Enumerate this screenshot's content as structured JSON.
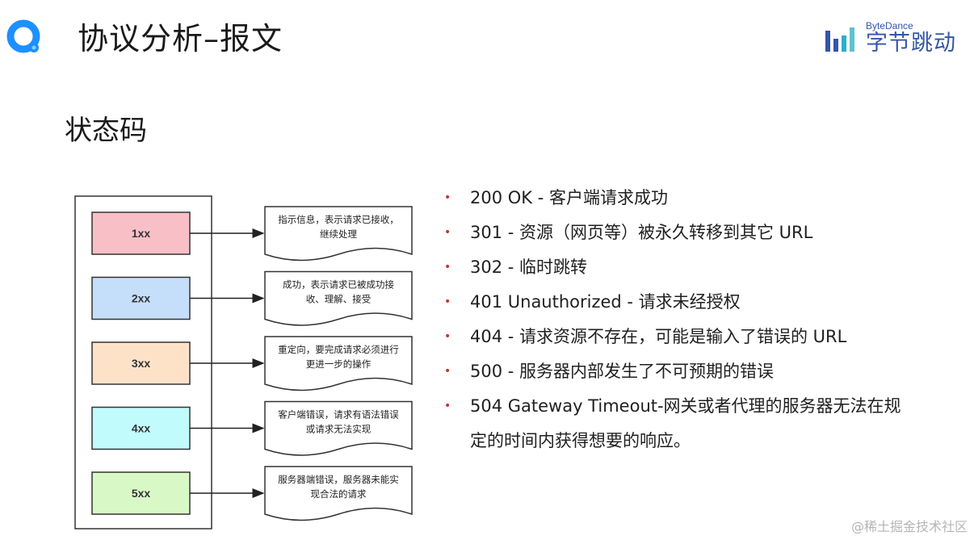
{
  "header": {
    "title": "协议分析–报文",
    "brand_en": "ByteDance",
    "brand_cn": "字节跳动",
    "logo_color": "#1e90ff",
    "brand_color": "#3256a8"
  },
  "section_title": "状态码",
  "diagram": {
    "codes": [
      {
        "label": "1xx",
        "color": "#f8c0c6",
        "desc_lines": [
          "指示信息，表示请求已接收，",
          "继续处理"
        ]
      },
      {
        "label": "2xx",
        "color": "#c5defa",
        "desc_lines": [
          "成功，表示请求已被成功接",
          "收、理解、接受"
        ]
      },
      {
        "label": "3xx",
        "color": "#fde2c8",
        "desc_lines": [
          "重定向，要完成请求必须进行",
          "更进一步的操作"
        ]
      },
      {
        "label": "4xx",
        "color": "#c2fbfb",
        "desc_lines": [
          "客户端错误，请求有语法错误",
          "或请求无法实现"
        ]
      },
      {
        "label": "5xx",
        "color": "#d8f9c6",
        "desc_lines": [
          "服务器端错误，服务器未能实",
          "现合法的请求"
        ]
      }
    ]
  },
  "bullets": [
    "200 OK - 客户端请求成功",
    "301 - 资源（网页等）被永久转移到其它 URL",
    "302 - 临时跳转",
    "401 Unauthorized - 请求未经授权",
    "404 - 请求资源不存在，可能是输入了错误的 URL",
    "500 - 服务器内部发生了不可预期的错误",
    "504 Gateway Timeout-网关或者代理的服务器无法在规",
    "定的时间内获得想要的响应。"
  ],
  "bullet_color": "#c0392b",
  "watermark": "@稀土掘金技术社区"
}
